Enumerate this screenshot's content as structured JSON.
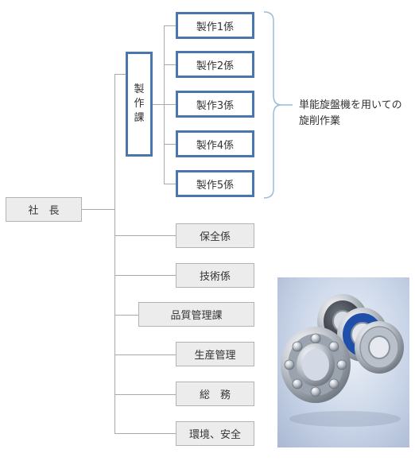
{
  "president": {
    "label": "社　長"
  },
  "manufacturing_section": {
    "chars": [
      "製",
      "作",
      "課"
    ]
  },
  "manufacturing_units": [
    {
      "label": "製作1係"
    },
    {
      "label": "製作2係"
    },
    {
      "label": "製作3係"
    },
    {
      "label": "製作4係"
    },
    {
      "label": "製作5係"
    }
  ],
  "bracket_note": {
    "line1": "単能旋盤機を用いての",
    "line2": "旋削作業"
  },
  "other_units": [
    {
      "label": "保全係"
    },
    {
      "label": "技術係"
    },
    {
      "label": "品質管理課"
    },
    {
      "label": "生産管理"
    },
    {
      "label": "総　務"
    },
    {
      "label": "環境、安全"
    }
  ],
  "colors": {
    "accent_border": "#4a76ad",
    "line": "#a9a9a9",
    "box_fill": "#ececec",
    "bracket": "#9bbbd8"
  },
  "photo": {
    "subject": "ball bearings"
  }
}
